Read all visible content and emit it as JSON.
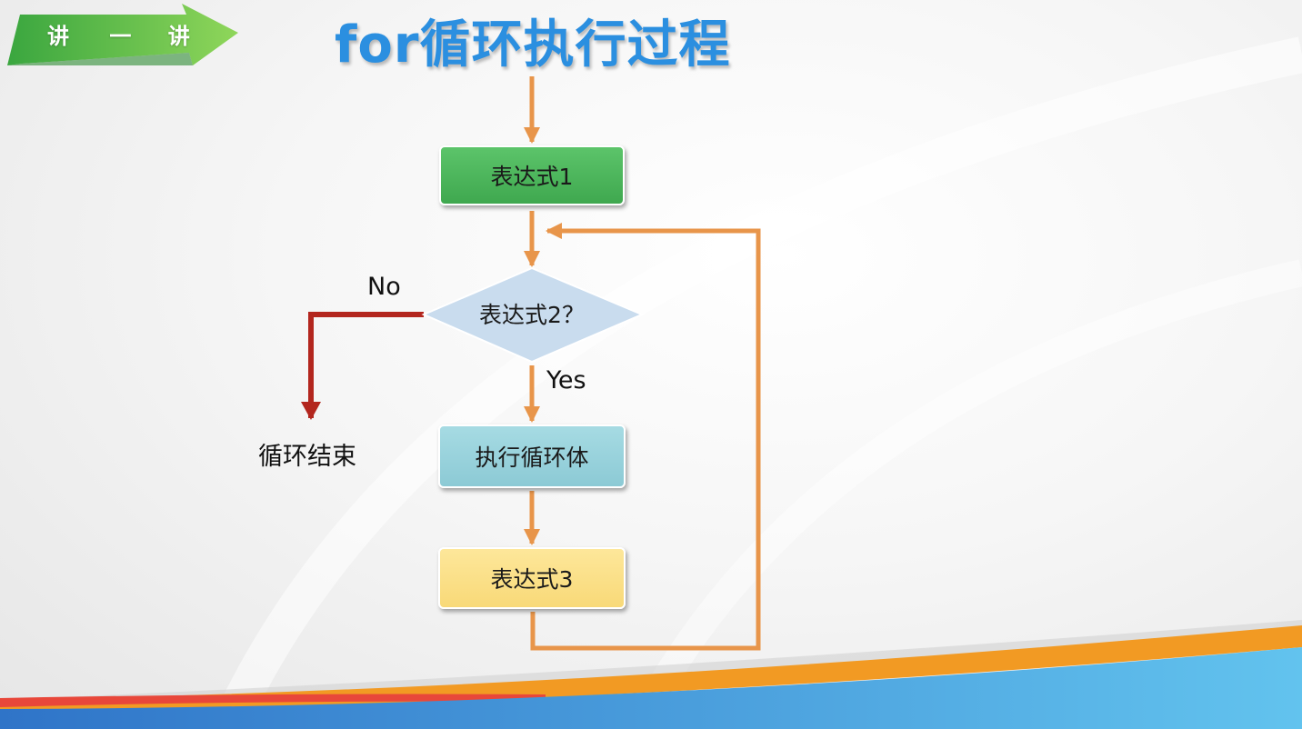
{
  "badge": {
    "char1": "讲",
    "char2": "一",
    "char3": "讲"
  },
  "title": "for循环执行过程",
  "nodes": {
    "expr1": "表达式1",
    "condition": "表达式2？",
    "body": "执行循环体",
    "expr3": "表达式3",
    "end": "循环结束"
  },
  "edges": {
    "no": "No",
    "yes": "Yes"
  },
  "colors": {
    "title": "#2b8fe0",
    "arrow": "#e8954a",
    "no_arrow": "#b3261e",
    "expr1_fill": "#4cb75c",
    "condition_fill": "#c9dcee",
    "body_fill": "#9bd3dc",
    "expr3_fill": "#fbe18a",
    "badge": "#4cb848"
  }
}
